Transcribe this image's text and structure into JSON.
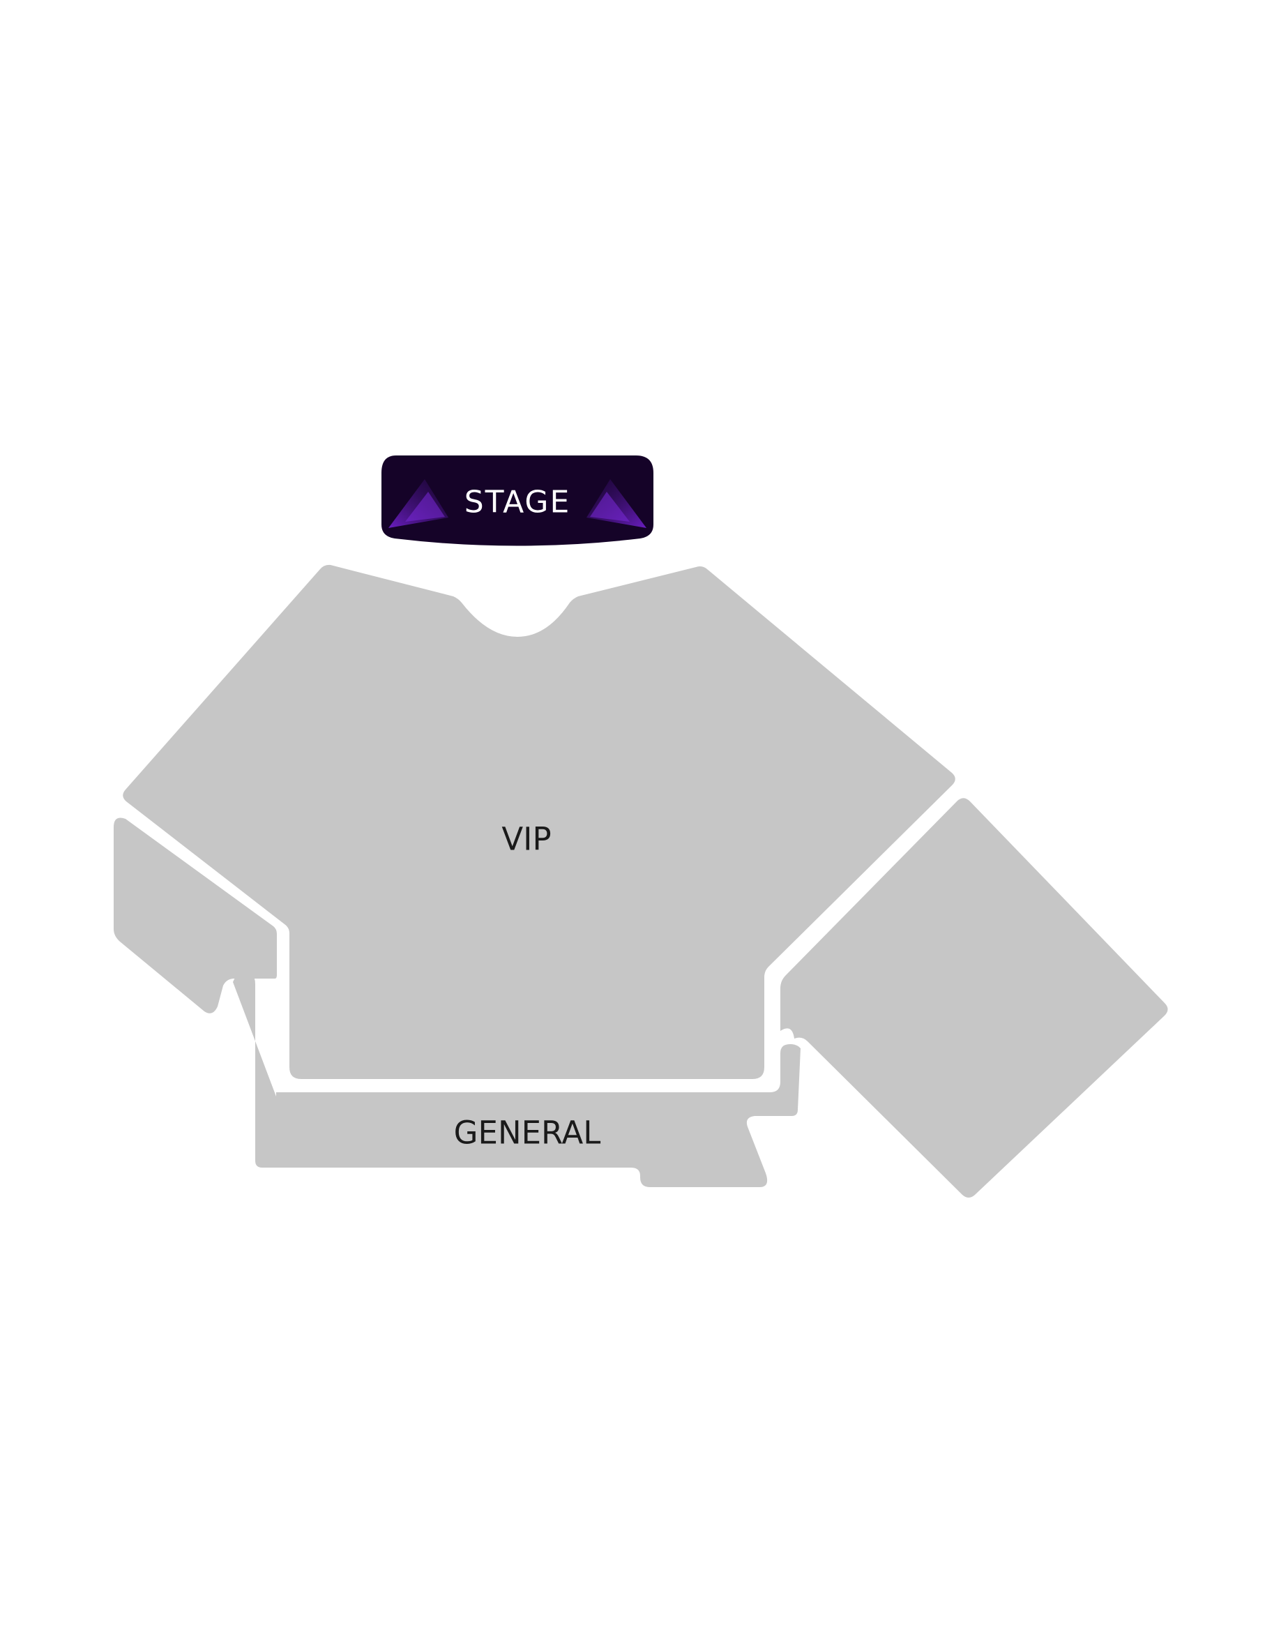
{
  "venue_map": {
    "stage": {
      "label": "STAGE",
      "fill": "#150328",
      "text_color": "#ffffff",
      "light_color": "#5b16a8",
      "icon": "stage-light-icon"
    },
    "sections": [
      {
        "id": "vip",
        "label": "VIP"
      },
      {
        "id": "general",
        "label": "GENERAL"
      },
      {
        "id": "side-left",
        "label": ""
      },
      {
        "id": "side-right",
        "label": ""
      }
    ],
    "colors": {
      "section_fill": "#c6c6c6",
      "label_text": "#1a1a1a",
      "background": "#ffffff"
    }
  }
}
